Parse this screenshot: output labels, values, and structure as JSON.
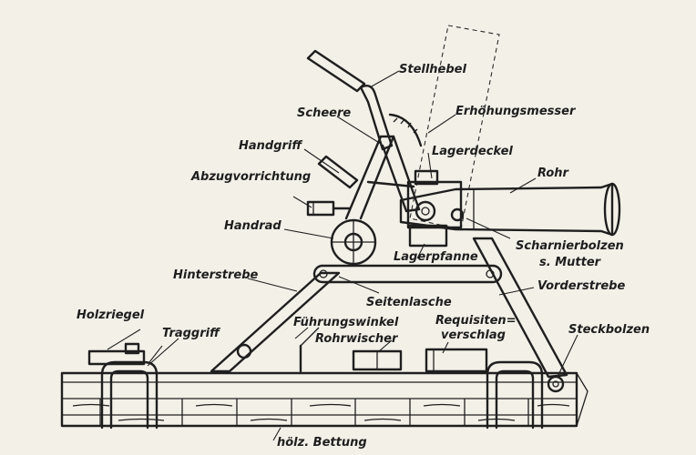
{
  "labels": {
    "stellhebel": "Stellhebel",
    "scheere": "Scheere",
    "erhoehungsmesser": "Erhöhungsmesser",
    "handgriff": "Handgriff",
    "lagerdeckel": "Lagerdeckel",
    "rohr": "Rohr",
    "abzugvorrichtung": "Abzugvorrichtung",
    "handrad": "Handrad",
    "scharnierbolzen": "Scharnierbolzen",
    "mutter": "s. Mutter",
    "lagerpfanne": "Lagerpfanne",
    "hinterstrebe": "Hinterstrebe",
    "vorderstrebe": "Vorderstrebe",
    "seitenlasche": "Seitenlasche",
    "holzriegel": "Holzriegel",
    "traggriff": "Traggriff",
    "fuehrungswinkel": "Führungswinkel",
    "requisiten1": "Requisiten=",
    "requisiten2": "verschlag",
    "rohrwischer": "Rohrwischer",
    "steckbolzen": "Steckbolzen",
    "bettung": "hölz. Bettung"
  }
}
